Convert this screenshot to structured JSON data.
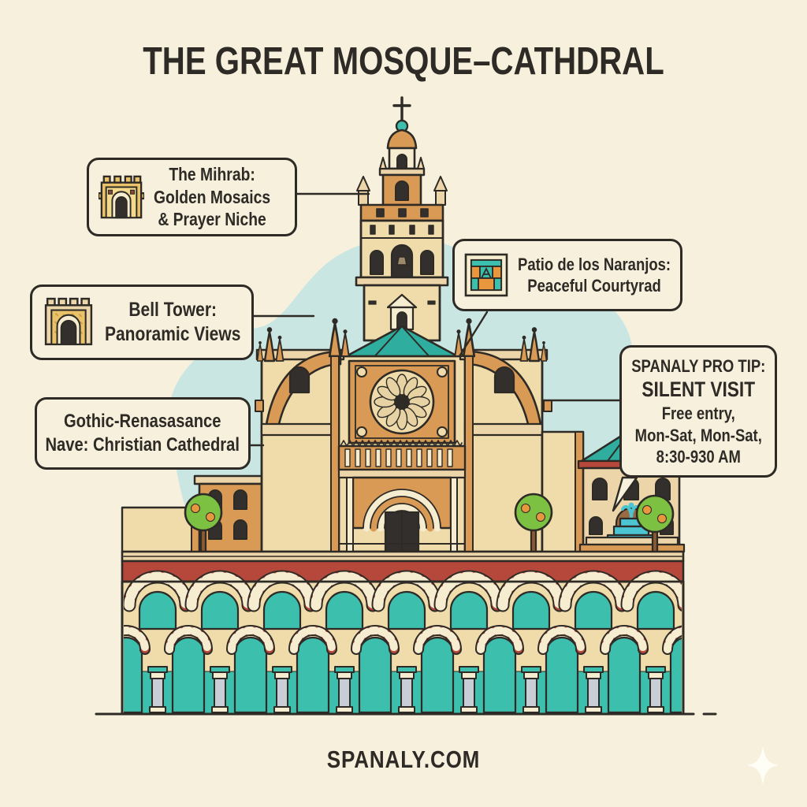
{
  "title": "THE GREAT MOSQUE–CATHDRAL",
  "footer": {
    "site": "SPANALY.COM"
  },
  "callouts": {
    "mihrab": {
      "icon": "mihrab-gate-icon",
      "lines": [
        "The Mihrab:",
        "Golden Mosaics",
        "& Prayer Niche"
      ]
    },
    "bell_tower": {
      "icon": "bell-tower-gate-icon",
      "lines": [
        "Bell Tower:",
        "Panoramic Views"
      ]
    },
    "nave": {
      "lines": [
        "Gothic-Renasasance",
        "Nave: Christian Cathedral"
      ]
    },
    "patio": {
      "icon": "patio-window-icon",
      "lines": [
        "Patio de los Naranjos:",
        "Peaceful Courtyrad"
      ]
    },
    "pro_tip": {
      "lines": [
        "SPANALY PRO TIP:",
        "SILENT VISIT",
        "Free entry,",
        "Mon-Sat, Mon-Sat,",
        "8:30-930 AM"
      ]
    }
  },
  "illustration": {
    "subject": "Great Mosque-Cathedral of Cordoba illustration",
    "landmarks": [
      "bell-tower",
      "gothic-facade",
      "rose-window",
      "portal",
      "striped-arcade",
      "orange-trees",
      "courtyard-pavilion",
      "fountain"
    ],
    "icons": [
      "mihrab-gate-icon",
      "bell-tower-gate-icon",
      "patio-window-icon",
      "sparkle-icon",
      "cross-icon"
    ]
  },
  "colors": {
    "bg": "#f6f0dd",
    "ink": "#2e2b26",
    "tan": "#f0dcab",
    "tan2": "#ecd5a8",
    "cream": "#f6ecd0",
    "orange": "#d99a55",
    "orange2": "#e8973f",
    "gold": "#e9c26a",
    "gold2": "#f3d98c",
    "red": "#b5483a",
    "red2": "#b5554a",
    "teal": "#3dbfae",
    "teal2": "#2fae9f",
    "tealblob": "#c9e6e3",
    "cyan": "#4cc4d1",
    "green": "#7cc142",
    "gray": "#c9ced6",
    "brown": "#8a5a33",
    "dark": "#332f2c",
    "white": "#fffef7"
  }
}
